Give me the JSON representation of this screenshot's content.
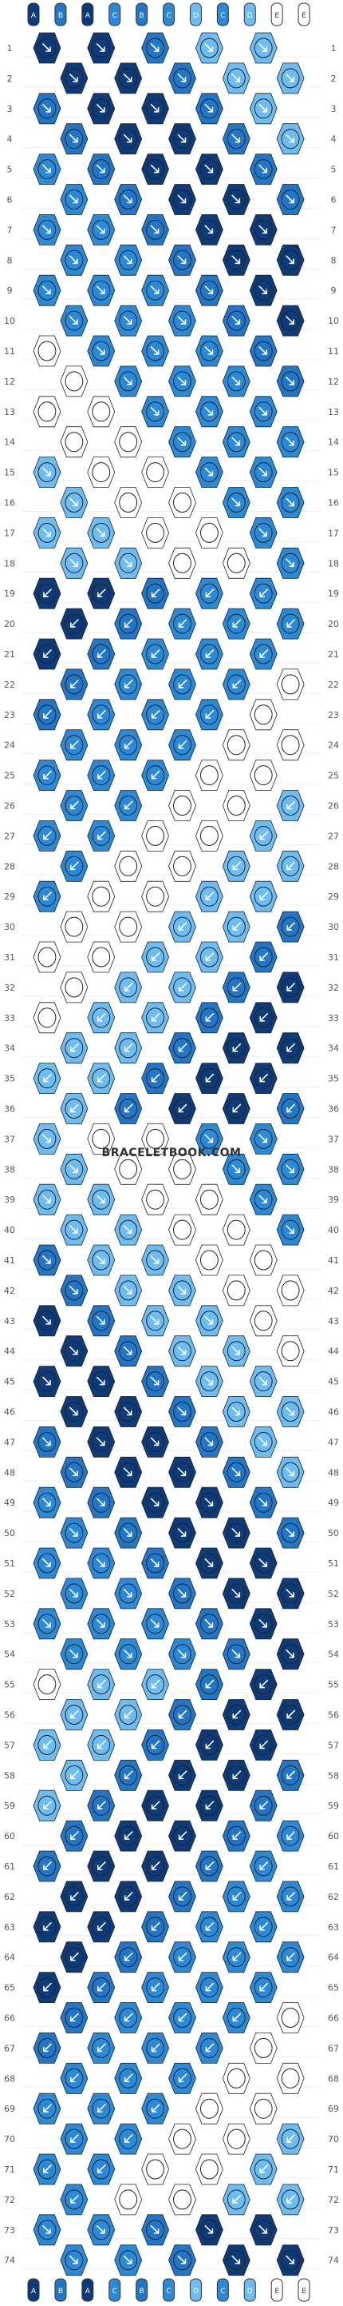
{
  "strings": [
    "A",
    "B",
    "A",
    "C",
    "B",
    "C",
    "D",
    "C",
    "D",
    "E",
    "E"
  ],
  "colors": {
    "A": "#0d3b7a",
    "B": "#2176c7",
    "C": "#2a8ad8",
    "D": "#6dbdf2",
    "E": "#ffffff"
  },
  "row_count": 74,
  "watermark": "BRACELETBOOK.COM",
  "legend": {
    "knot_arrow": "↘ / ↙"
  }
}
